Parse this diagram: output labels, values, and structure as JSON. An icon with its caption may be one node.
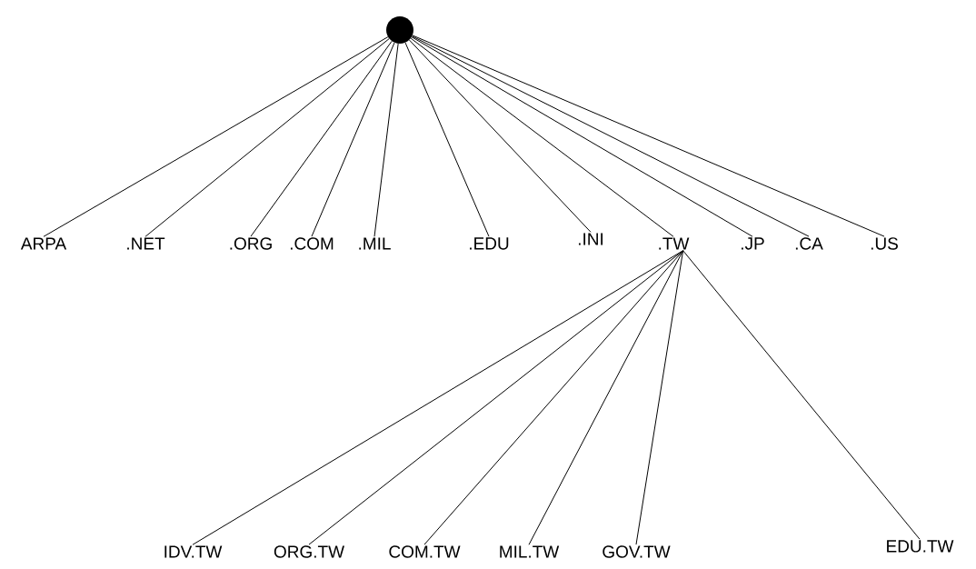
{
  "diagram": {
    "nodes": [
      {
        "text": [],
        "shape": "circle"
      },
      {
        "text": [
          "ARPA"
        ]
      },
      {
        "text": [
          ".NET"
        ]
      },
      {
        "text": [
          ".ORG"
        ]
      },
      {
        "text": [
          ".COM"
        ]
      },
      {
        "text": [
          ".MIL"
        ]
      },
      {
        "text": [
          ".EDU"
        ]
      },
      {
        "text": [
          ".INI"
        ]
      },
      {
        "text": [
          ".TW"
        ]
      },
      {
        "text": [
          ".JP"
        ]
      },
      {
        "text": [
          ".CA"
        ]
      },
      {
        "text": [
          ".US"
        ]
      },
      {
        "text": [
          "IDV.TW"
        ]
      },
      {
        "text": [
          "ORG.TW"
        ]
      },
      {
        "text": [
          "COM.TW"
        ]
      },
      {
        "text": [
          "MIL.TW"
        ]
      },
      {
        "text": [
          "GOV.TW"
        ]
      },
      {
        "text": [
          "EDU.TW"
        ]
      }
    ],
    "edges": [
      {
        "from": 0,
        "to": 1,
        "arrow": "none"
      },
      {
        "from": 0,
        "to": 2,
        "arrow": "none"
      },
      {
        "from": 0,
        "to": 3,
        "arrow": "none"
      },
      {
        "from": 0,
        "to": 4,
        "arrow": "none"
      },
      {
        "from": 0,
        "to": 5,
        "arrow": "none"
      },
      {
        "from": 0,
        "to": 6,
        "arrow": "none"
      },
      {
        "from": 0,
        "to": 7,
        "arrow": "none"
      },
      {
        "from": 0,
        "to": 8,
        "arrow": "none"
      },
      {
        "from": 0,
        "to": 9,
        "arrow": "none"
      },
      {
        "from": 0,
        "to": 10,
        "arrow": "none"
      },
      {
        "from": 0,
        "to": 11,
        "arrow": "none"
      },
      {
        "from": 8,
        "to": 12,
        "arrow": "none"
      },
      {
        "from": 8,
        "to": 13,
        "arrow": "none"
      },
      {
        "from": 8,
        "to": 14,
        "arrow": "none"
      },
      {
        "from": 8,
        "to": 15,
        "arrow": "none"
      },
      {
        "from": 8,
        "to": 16,
        "arrow": "none"
      },
      {
        "from": 8,
        "to": 17,
        "arrow": "none"
      }
    ]
  }
}
